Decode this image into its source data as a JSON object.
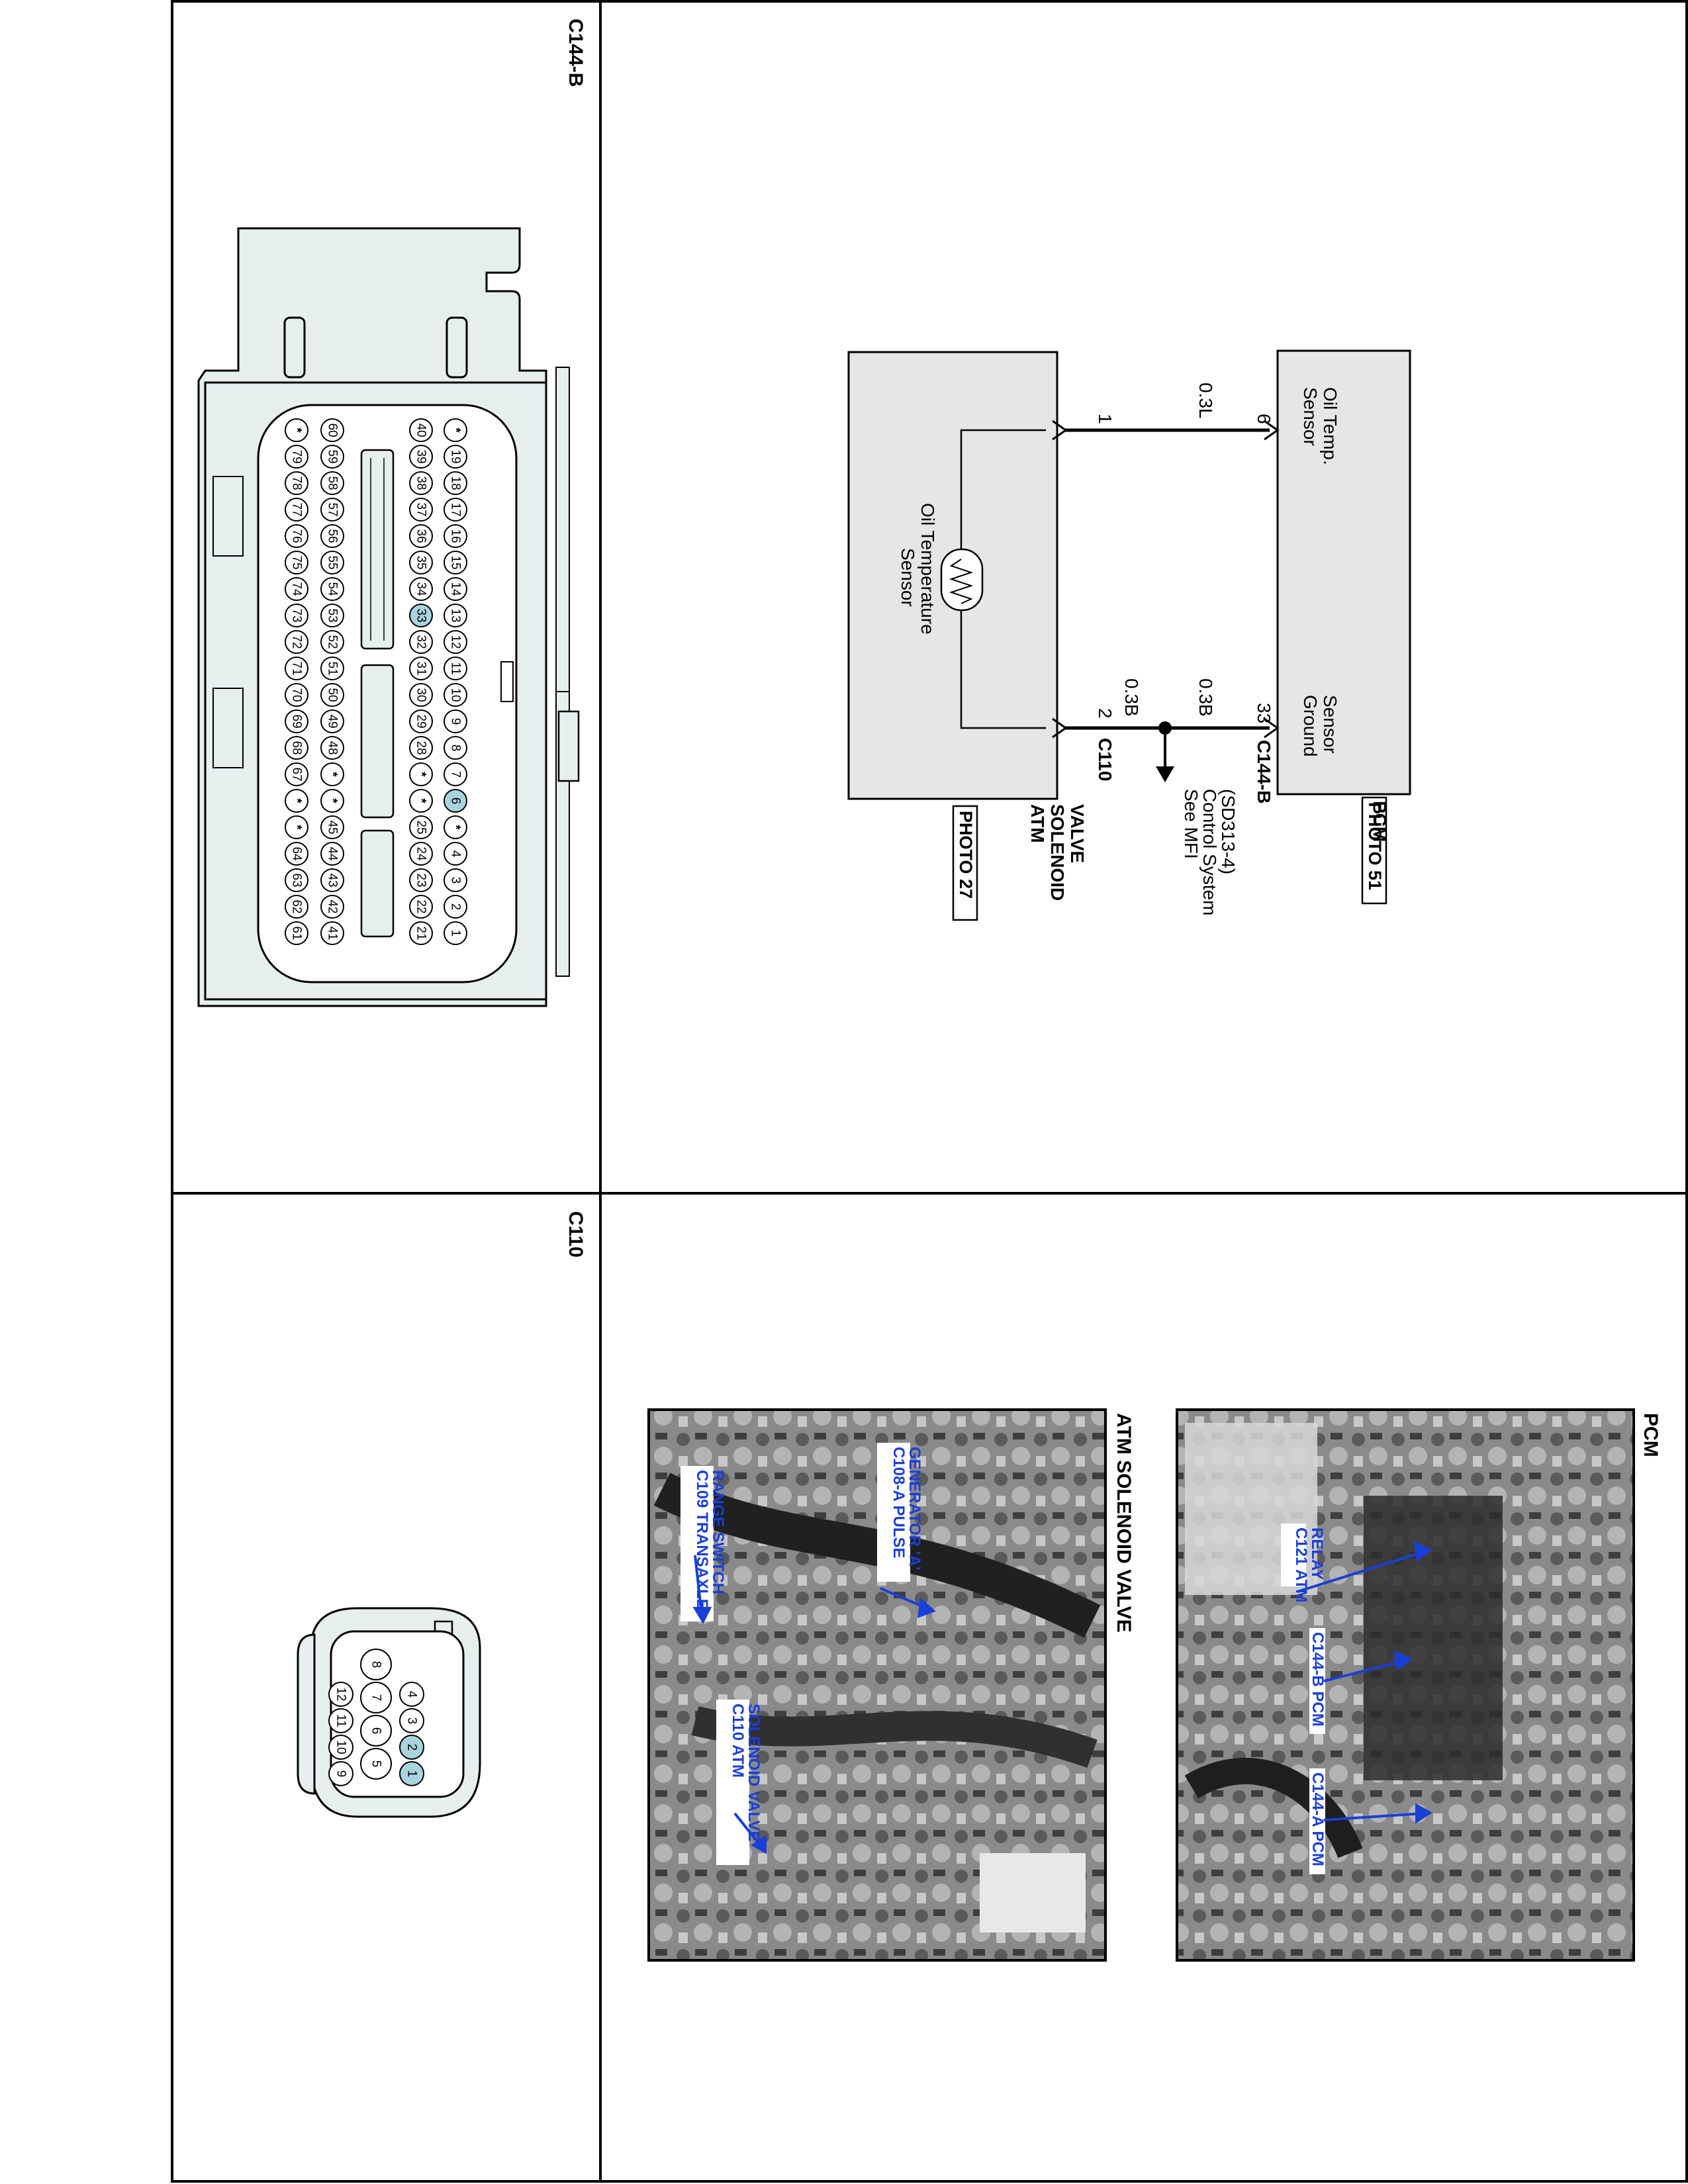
{
  "frame_titles": {
    "c144b": "C144-B",
    "c110": "C110"
  },
  "schematic": {
    "pcm_title": "PCM",
    "pcm_photo": "PHOTO 51",
    "pcm_pin_signal_label": "Oil Temp. Sensor",
    "pcm_pin_ground_label": "Sensor Ground",
    "pcm_pin_signal": "6",
    "pcm_pin_ground": "33",
    "pcm_connector": "C144-B",
    "wire_signal": "0.3L",
    "wire_ground_upper": "0.3B",
    "wire_ground_lower": "0.3B",
    "see_note": "See MFI Control System (SD313-4)",
    "atm_title": "ATM SOLENOID VALVE",
    "atm_photo": "PHOTO 27",
    "atm_pin_signal": "1",
    "atm_pin_ground": "2",
    "atm_connector": "C110",
    "sensor_label": "Oil Temperature Sensor"
  },
  "photos": {
    "pcm": {
      "title": "PCM",
      "callouts": [
        "C121 ATM RELAY",
        "C144-B PCM",
        "C144-A PCM"
      ]
    },
    "atm": {
      "title": "ATM SOLENOID VALVE",
      "callouts": [
        "C108-A PULSE GENERATOR 'A'",
        "C109 TRANSAXLE RANGE SWITCH",
        "C110 ATM SOLENOID VALVE"
      ]
    }
  },
  "c144b_connector": {
    "row1": [
      "*",
      "19",
      "18",
      "17",
      "16",
      "15",
      "14",
      "13",
      "12",
      "11",
      "10",
      "9",
      "8",
      "7",
      "6",
      "*",
      "4",
      "3",
      "2",
      "1"
    ],
    "row2": [
      "40",
      "39",
      "38",
      "37",
      "36",
      "35",
      "34",
      "33",
      "32",
      "31",
      "30",
      "29",
      "28",
      "*",
      "*",
      "25",
      "24",
      "23",
      "22",
      "21"
    ],
    "row3": [
      "60",
      "59",
      "58",
      "57",
      "56",
      "55",
      "54",
      "53",
      "52",
      "51",
      "50",
      "49",
      "48",
      "*",
      "*",
      "45",
      "44",
      "43",
      "42",
      "41"
    ],
    "row4": [
      "*",
      "79",
      "78",
      "77",
      "76",
      "75",
      "74",
      "73",
      "72",
      "71",
      "70",
      "69",
      "68",
      "67",
      "*",
      "*",
      "64",
      "63",
      "62",
      "61"
    ],
    "highlighted": [
      "6",
      "33"
    ]
  },
  "c110_connector": {
    "pins": [
      "1",
      "2",
      "3",
      "4",
      "5",
      "6",
      "7",
      "8",
      "9",
      "10",
      "11",
      "12"
    ],
    "highlighted": [
      "1",
      "2"
    ]
  },
  "colors": {
    "frame": "#000000",
    "connector_fill": "#e6eeee",
    "highlight": "#a9d3df",
    "callout": "#1a3fd6",
    "module_fill": "#e6e6e6"
  }
}
